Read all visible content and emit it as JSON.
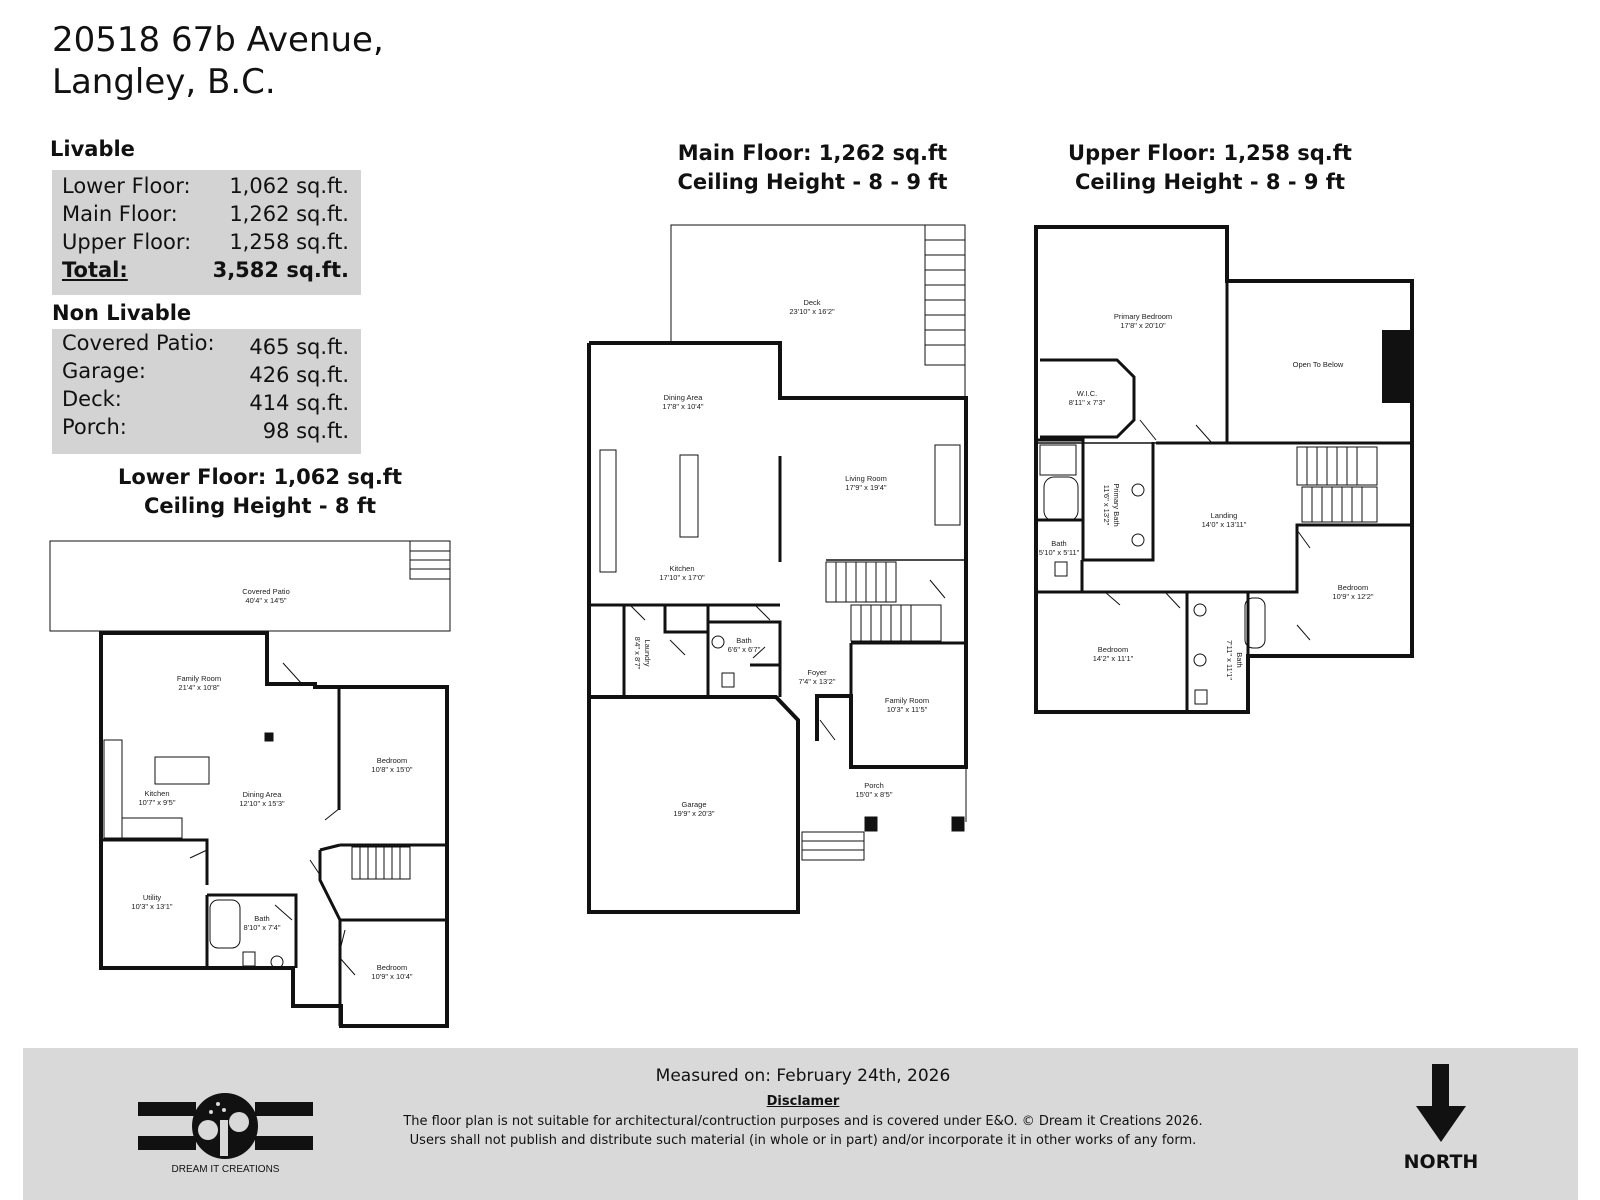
{
  "header": {
    "line1": "20518 67b Avenue,",
    "line2": "Langley, B.C."
  },
  "livable": {
    "title": "Livable",
    "rows": [
      {
        "label": "Lower Floor:",
        "value": "1,062 sq.ft."
      },
      {
        "label": "Main Floor:",
        "value": "1,262 sq.ft."
      },
      {
        "label": "Upper Floor:",
        "value": "1,258 sq.ft."
      }
    ],
    "total": {
      "label": "Total:",
      "value": "3,582 sq.ft."
    }
  },
  "non_livable": {
    "title": "Non Livable",
    "rows": [
      {
        "label": "Covered Patio:",
        "value": "465 sq.ft."
      },
      {
        "label": "Garage:",
        "value": "426 sq.ft."
      },
      {
        "label": "Deck:",
        "value": "414 sq.ft."
      },
      {
        "label": "Porch:",
        "value": "98 sq.ft."
      }
    ]
  },
  "floors": {
    "lower": {
      "title": "Lower Floor: 1,062 sq.ft",
      "ceiling": "Ceiling Height - 8 ft",
      "rooms": [
        {
          "name": "Covered Patio",
          "dims": "40'4\" x 14'5\""
        },
        {
          "name": "Family Room",
          "dims": "21'4\" x 10'8\""
        },
        {
          "name": "Kitchen",
          "dims": "10'7\" x 9'5\""
        },
        {
          "name": "Dining Area",
          "dims": "12'10\" x 15'3\""
        },
        {
          "name": "Bedroom",
          "dims": "10'8\" x 15'0\""
        },
        {
          "name": "Utility",
          "dims": "10'3\" x 13'1\""
        },
        {
          "name": "Bath",
          "dims": "8'10\" x 7'4\""
        },
        {
          "name": "Bedroom",
          "dims": "10'9\" x 10'4\""
        }
      ]
    },
    "main": {
      "title": "Main Floor: 1,262 sq.ft",
      "ceiling": "Ceiling Height - 8 - 9 ft",
      "rooms": [
        {
          "name": "Deck",
          "dims": "23'10\" x 16'2\""
        },
        {
          "name": "Dining Area",
          "dims": "17'8\" x 10'4\""
        },
        {
          "name": "Living Room",
          "dims": "17'9\" x 19'4\""
        },
        {
          "name": "Kitchen",
          "dims": "17'10\" x 17'0\""
        },
        {
          "name": "Laundry",
          "dims": "8'4\" x 8'7\""
        },
        {
          "name": "Bath",
          "dims": "6'6\" x 6'7\""
        },
        {
          "name": "Foyer",
          "dims": "7'4\" x 13'2\""
        },
        {
          "name": "Family Room",
          "dims": "10'3\" x 11'5\""
        },
        {
          "name": "Porch",
          "dims": "15'0\" x 8'5\""
        },
        {
          "name": "Garage",
          "dims": "19'9\" x 20'3\""
        }
      ]
    },
    "upper": {
      "title": "Upper Floor: 1,258 sq.ft",
      "ceiling": "Ceiling Height - 8 - 9 ft",
      "rooms": [
        {
          "name": "Primary Bedroom",
          "dims": "17'8\" x 20'10\""
        },
        {
          "name": "Open To Below",
          "dims": ""
        },
        {
          "name": "W.I.C.",
          "dims": "8'11\" x 7'3\""
        },
        {
          "name": "Primary Bath",
          "dims": "11'6\" x 13'2\""
        },
        {
          "name": "Landing",
          "dims": "14'0\" x 13'11\""
        },
        {
          "name": "Bath",
          "dims": "5'10\" x 5'11\""
        },
        {
          "name": "Bedroom",
          "dims": "10'9\" x 12'2\""
        },
        {
          "name": "Bedroom",
          "dims": "14'2\" x 11'1\""
        },
        {
          "name": "Bath",
          "dims": "7'11\" x 11'1\""
        }
      ]
    }
  },
  "footer": {
    "measured": "Measured on: February 24th, 2026",
    "disclaimer_title": "Disclamer",
    "disclaimer_line1": "The floor plan is not suitable for architectural/contruction purposes and is covered under E&O. © Dream it Creations 2026.",
    "disclaimer_line2": "Users shall not publish and distribute such material (in whole or in part) and/or incorporate it in other works of any form.",
    "logo_text": "DREAM IT CREATIONS",
    "north": "NORTH"
  },
  "icons": {
    "north": "arrow-down-icon",
    "logo": "dream-it-creations-logo"
  }
}
